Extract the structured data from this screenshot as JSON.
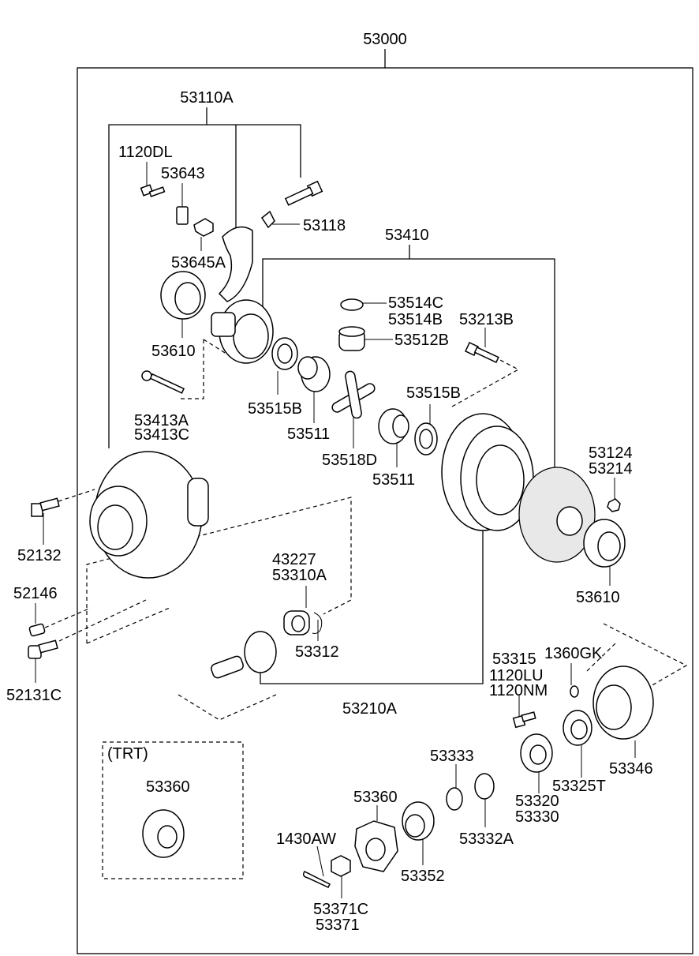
{
  "labels": {
    "assy": "53000",
    "l53110A": "53110A",
    "l1120DL": "1120DL",
    "l53643": "53643",
    "l53118": "53118",
    "l53645A": "53645A",
    "l53410": "53410",
    "l53514C": "53514C",
    "l53514B": "53514B",
    "l53213B": "53213B",
    "l53512B": "53512B",
    "l53610a": "53610",
    "l53515Ba": "53515B",
    "l53413A": "53413A",
    "l53413C": "53413C",
    "l53511a": "53511",
    "l53515Bb": "53515B",
    "l53518D": "53518D",
    "l53511b": "53511",
    "l53124": "53124",
    "l53214": "53214",
    "l52132": "52132",
    "l43227": "43227",
    "l53310A": "53310A",
    "l52146": "52146",
    "l53610b": "53610",
    "l53312": "53312",
    "l52131C": "52131C",
    "l53315": "53315",
    "l1360GK": "1360GK",
    "l1120LU": "1120LU",
    "l1120NM": "1120NM",
    "l53210A": "53210A",
    "trt": "(TRT)",
    "l53360a": "53360",
    "l53333": "53333",
    "l53346": "53346",
    "l53325T": "53325T",
    "l53320": "53320",
    "l53330": "53330",
    "l53360b": "53360",
    "l1430AW": "1430AW",
    "l53332A": "53332A",
    "l53352": "53352",
    "l53371C": "53371C",
    "l53371": "53371"
  }
}
